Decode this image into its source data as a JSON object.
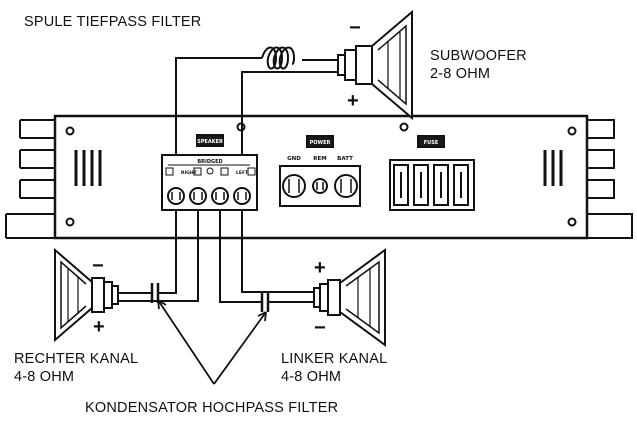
{
  "labels": {
    "coil_filter": "SPULE TIEFPASS FILTER",
    "subwoofer_title": "SUBWOOFER",
    "subwoofer_ohm": "2-8 OHM",
    "right_channel_title": "RECHTER KANAL",
    "right_channel_ohm": "4-8 OHM",
    "left_channel_title": "LINKER KANAL",
    "left_channel_ohm": "4-8 OHM",
    "capacitor_filter": "KONDENSATOR HOCHPASS FILTER"
  },
  "polarity": {
    "subwoofer_neg": "−",
    "subwoofer_pos": "+",
    "right_neg": "−",
    "right_pos": "+",
    "left_pos": "+",
    "left_neg": "−"
  },
  "amp_panel": {
    "speaker_tag": "SPEAKER",
    "power_tag": "POWER",
    "fuse_tag": "FUSE",
    "bridged_tag": "BRIDGED",
    "right_terminal": "RIGHT",
    "left_terminal": "LEFT",
    "gnd": "GND",
    "rem": "REM",
    "batt": "BATT"
  },
  "colors": {
    "ink": "#111111",
    "panel": "#ffffff",
    "tag_bg": "#1a1a1a"
  }
}
